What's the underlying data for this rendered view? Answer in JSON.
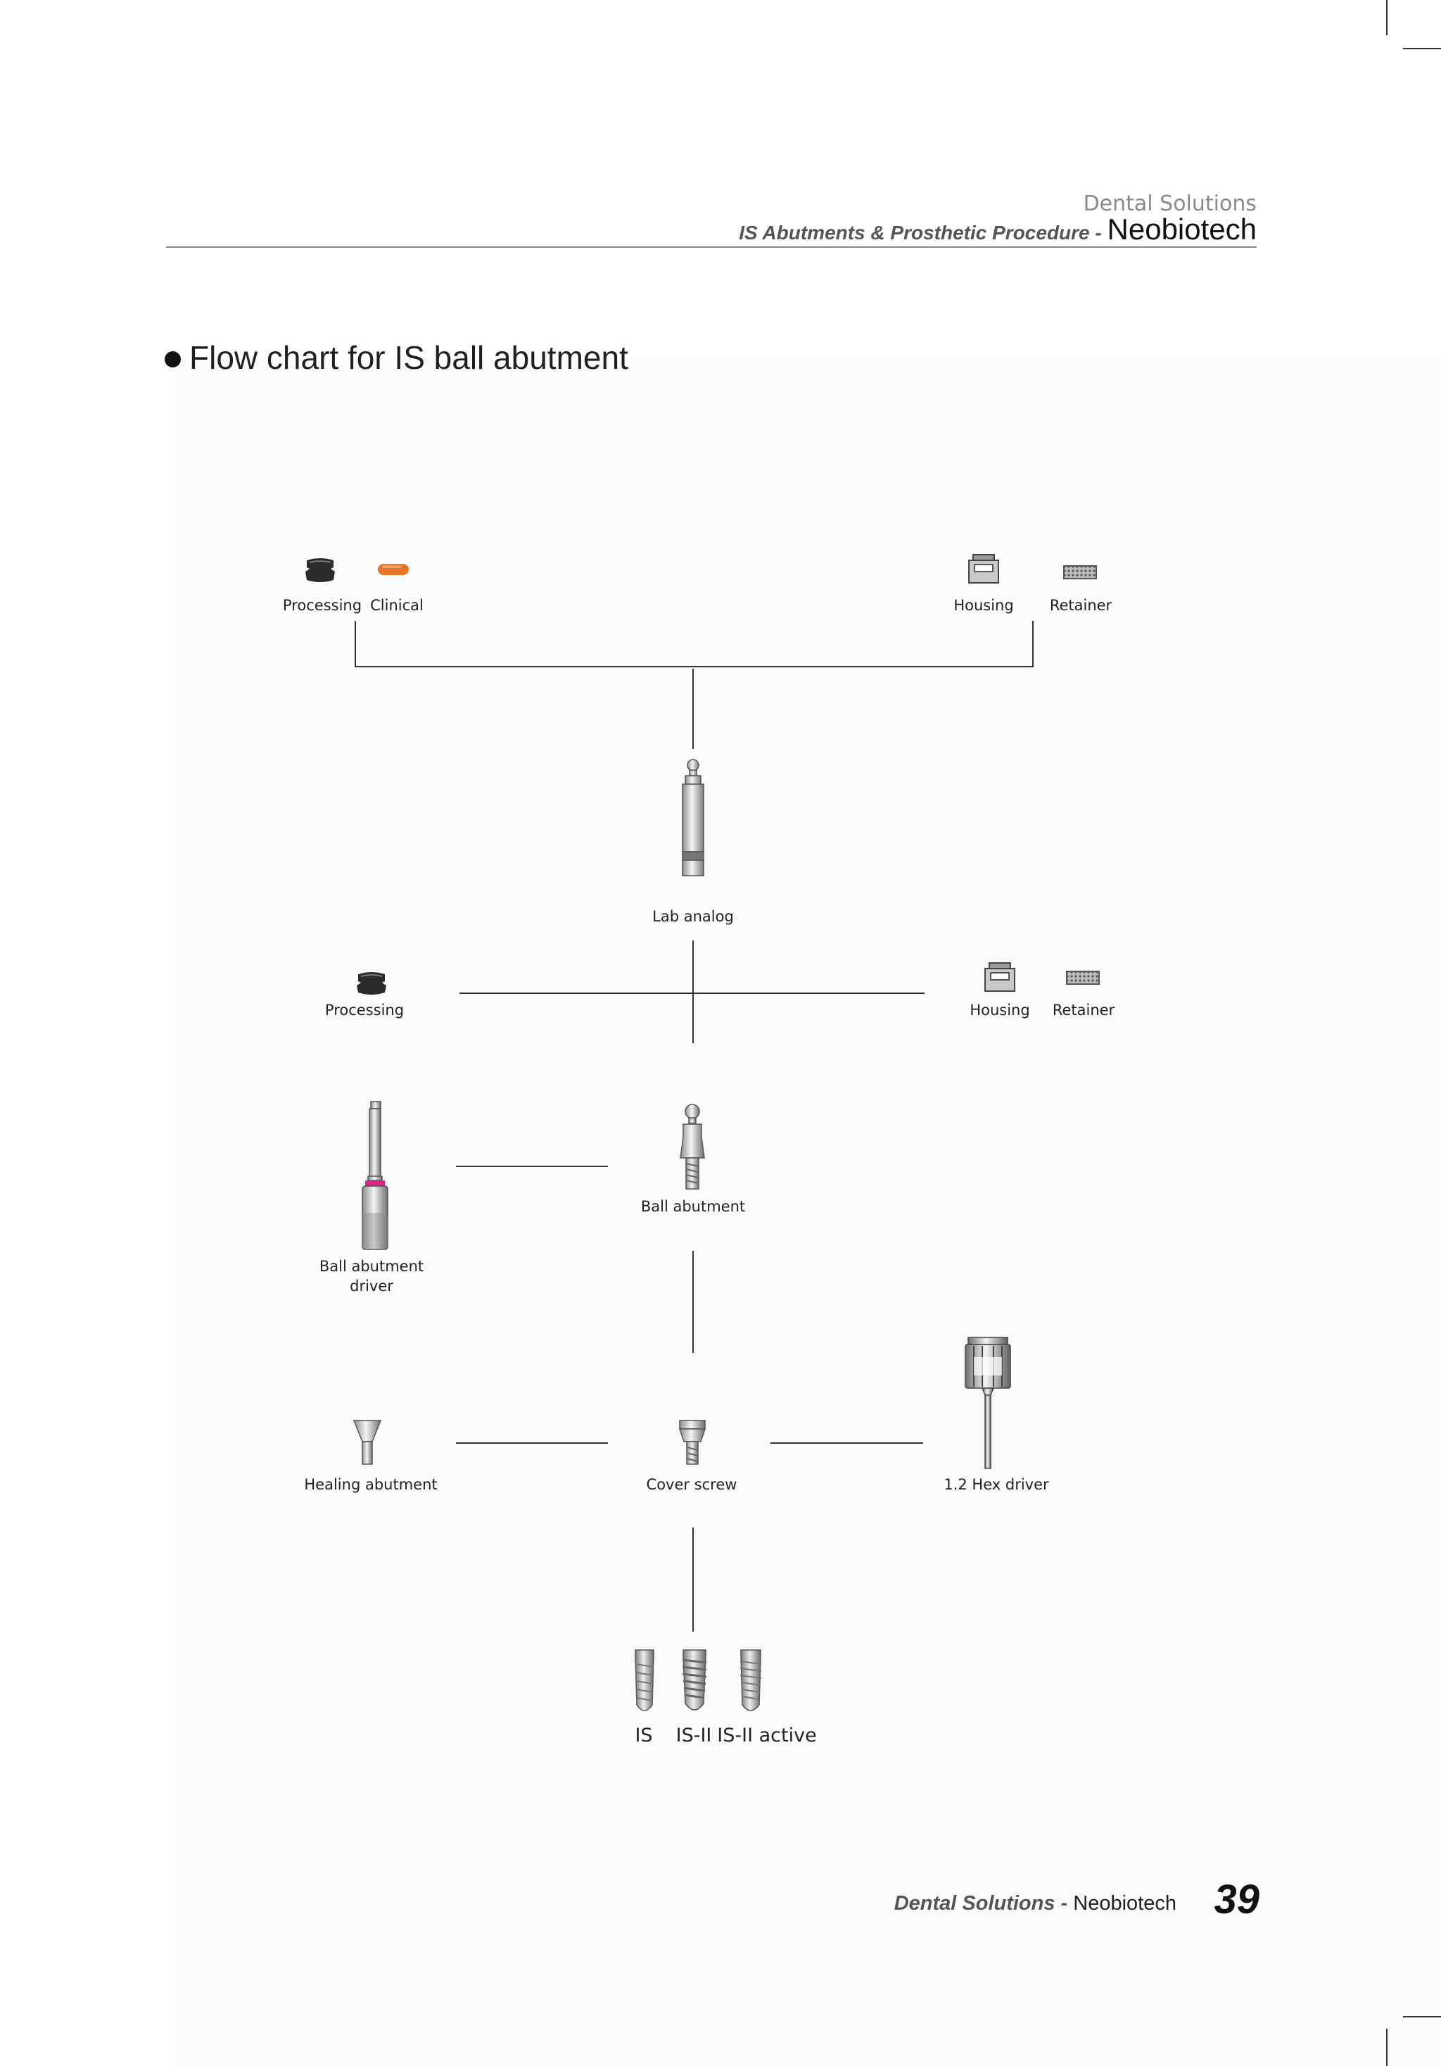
{
  "header": {
    "series": "Dental Solutions",
    "section": "IS Abutments &  Prosthetic Procedure",
    "separator": " - ",
    "brand": "Neobiotech"
  },
  "title": "Flow chart for IS ball abutment",
  "labels": {
    "processing_top": "Processing",
    "clinical": "Clinical",
    "housing_top": "Housing",
    "retainer_top": "Retainer",
    "lab_analog": "Lab analog",
    "processing_mid": "Processing",
    "housing_mid": "Housing",
    "retainer_mid": "Retainer",
    "ball_abutment": "Ball abutment",
    "ball_abutment_driver": "Ball abutment driver",
    "healing_abutment": "Healing abutment",
    "cover_screw": "Cover screw",
    "hex_driver": "1.2 Hex driver",
    "implant_is": "IS",
    "implant_is2": "IS-II",
    "implant_is2_active": "IS-II active"
  },
  "colors": {
    "clinical_cap": "#e8732a",
    "processing_cap": "#2b2b2b",
    "driver_band": "#e0218a"
  },
  "footer": {
    "series": "Dental Solutions",
    "separator": " - ",
    "brand": "Neobiotech",
    "page": "39"
  }
}
